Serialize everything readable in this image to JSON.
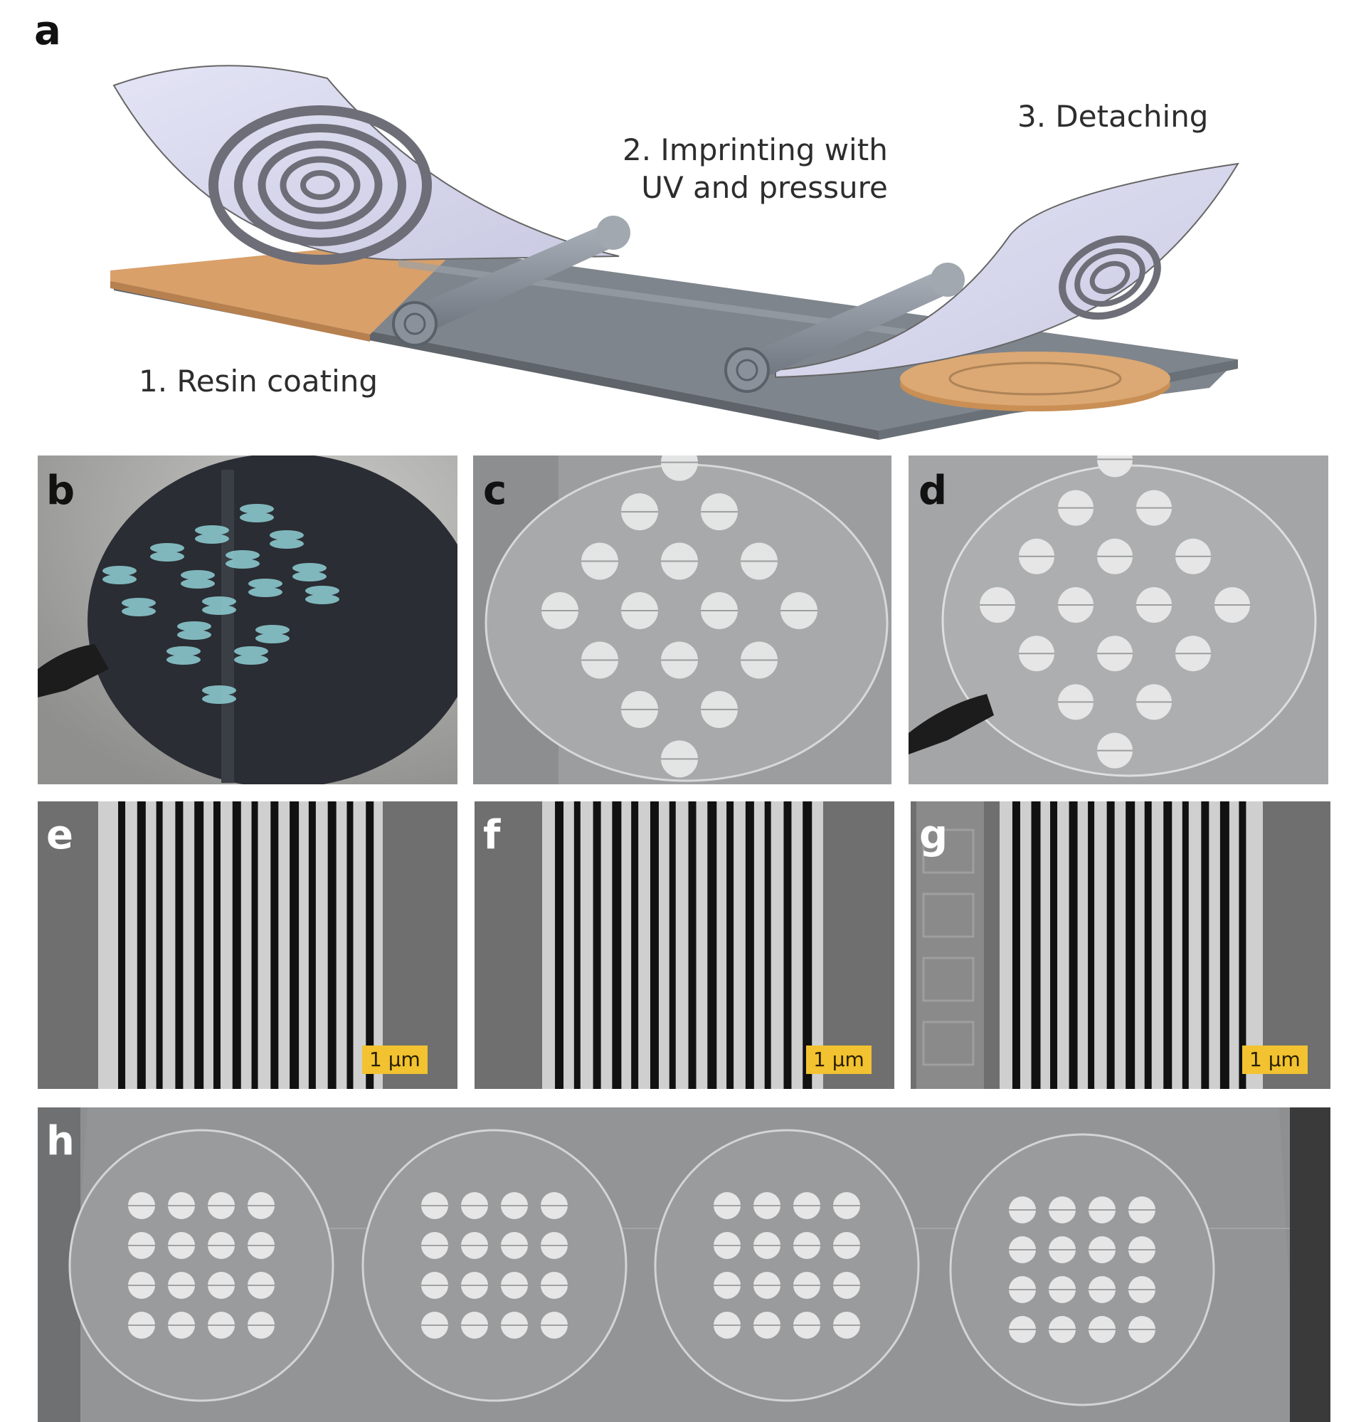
{
  "figure": {
    "panels": {
      "a": {
        "letter": "a",
        "steps": [
          "1. Resin coating",
          "2. Imprinting with\nUV and pressure",
          "3. Detaching"
        ]
      },
      "b": {
        "letter": "b"
      },
      "c": {
        "letter": "c"
      },
      "d": {
        "letter": "d"
      },
      "e": {
        "letter": "e",
        "scalebar": "1 µm"
      },
      "f": {
        "letter": "f",
        "scalebar": "1 µm"
      },
      "g": {
        "letter": "g",
        "scalebar": "1 µm"
      },
      "h": {
        "letter": "h"
      }
    }
  },
  "colors": {
    "substrate_gray": "#7f858c",
    "resin_orange": "#d9a06a",
    "film_lavender": "#dcdcf0",
    "roller_gray": "#8a919a",
    "scalebar_yellow": "#f2c230"
  }
}
